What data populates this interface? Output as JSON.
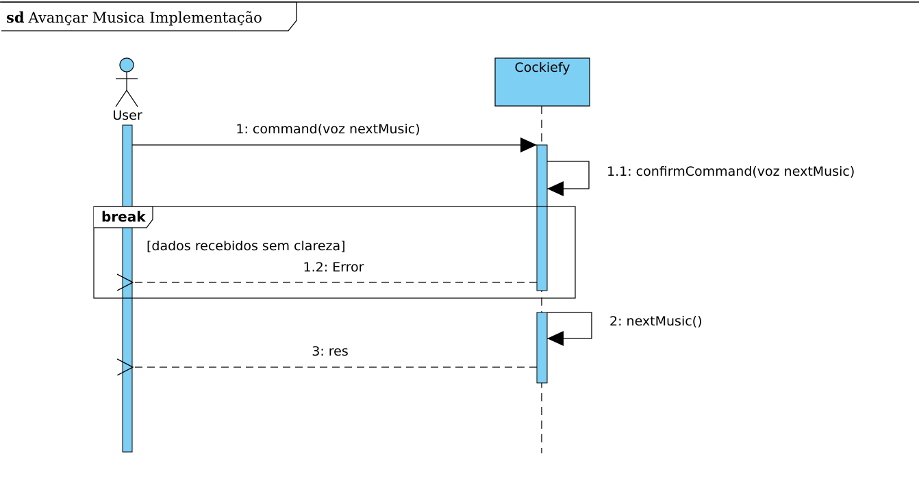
{
  "frame": {
    "keyword": "sd",
    "title": "Avançar Musica Implementação"
  },
  "participants": {
    "user": {
      "label": "User"
    },
    "system": {
      "label": "Cockiefy"
    }
  },
  "messages": {
    "m1": "1: command(voz nextMusic)",
    "m1_1": "1.1: confirmCommand(voz nextMusic)",
    "m1_2": "1.2: Error",
    "m2": "2: nextMusic()",
    "m3": "3: res"
  },
  "fragment": {
    "operator": "break",
    "guard": "[dados recebidos sem clareza]"
  },
  "colors": {
    "participant_fill": "#7ecff4",
    "line": "#000000"
  }
}
